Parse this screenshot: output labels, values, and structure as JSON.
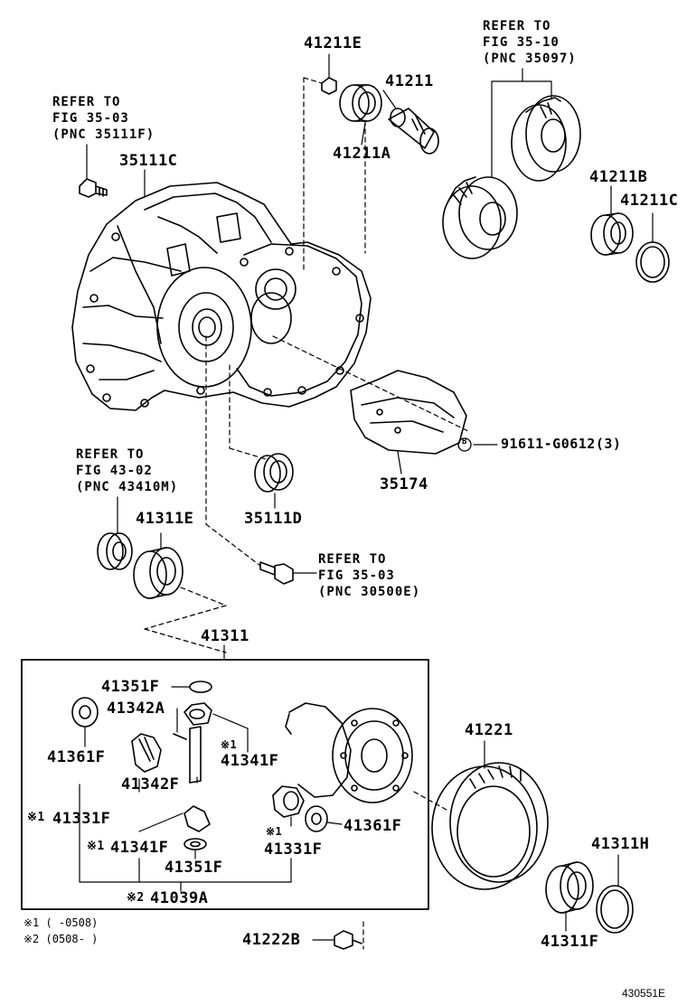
{
  "refs": {
    "ref1": [
      "REFER TO",
      "FIG 35-03",
      "(PNC 35111F)"
    ],
    "ref2": [
      "REFER TO",
      "FIG 35-10",
      "(PNC 35097)"
    ],
    "ref3": [
      "REFER TO",
      "FIG 43-02",
      "(PNC 43410M)"
    ],
    "ref4": [
      "REFER TO",
      "FIG 35-03",
      "(PNC 30500E)"
    ]
  },
  "parts": {
    "p41211E": "41211E",
    "p41211": "41211",
    "p41211A": "41211A",
    "p35111C": "35111C",
    "p41211B": "41211B",
    "p41211C": "41211C",
    "p91611": "91611-G0612(3)",
    "p35174": "35174",
    "p35111D": "35111D",
    "p41311E": "41311E",
    "p41311": "41311",
    "p41351F_a": "41351F",
    "p41342A": "41342A",
    "p41361F_a": "41361F",
    "p41341F_a": "41341F",
    "p41342F": "41342F",
    "p41331F_a": "41331F",
    "p41341F_b": "41341F",
    "p41351F_b": "41351F",
    "p41331F_b": "41331F",
    "p41361F_b": "41361F",
    "p41039A": "41039A",
    "p41221": "41221",
    "p41311H": "41311H",
    "p41311F": "41311F",
    "p41222B": "41222B"
  },
  "marks": {
    "m1": "※1",
    "m2": "※2",
    "b_symbol": "B"
  },
  "notes": {
    "n1": "※1 (     -0508)",
    "n2": "※2 (0508-      )"
  },
  "figure_code": "430551E"
}
